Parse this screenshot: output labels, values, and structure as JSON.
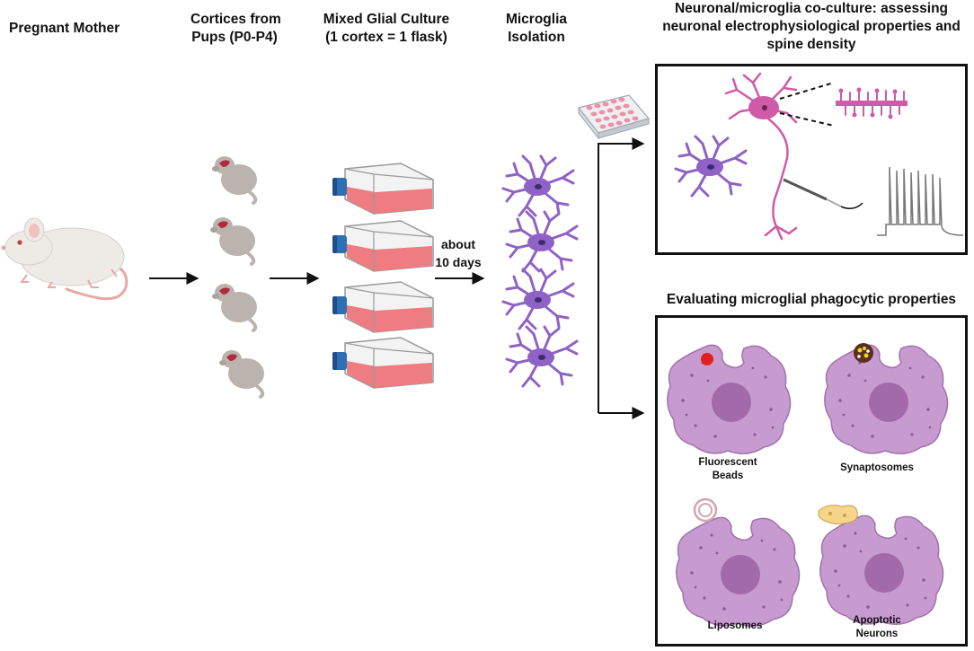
{
  "steps": {
    "mother": "Pregnant Mother",
    "cortices_line1": "Cortices from",
    "cortices_line2": "Pups (P0-P4)",
    "glial_line1": "Mixed Glial Culture",
    "glial_line2": "(1 cortex = 1 flask)",
    "isolation_line1": "Microglia",
    "isolation_line2": "Isolation",
    "duration_line1": "about",
    "duration_line2": "10 days"
  },
  "coculture": {
    "title_line1": "Neuronal/microglia co-culture: assessing",
    "title_line2": "neuronal electrophysiological properties and",
    "title_line3": "spine density"
  },
  "phagocytosis": {
    "title": "Evaluating microglial phagocytic properties",
    "cells": [
      {
        "line1": "Fluorescent",
        "line2": "Beads"
      },
      {
        "line1": "Synaptosomes",
        "line2": ""
      },
      {
        "line1": "Liposomes",
        "line2": ""
      },
      {
        "line1": "Apoptotic",
        "line2": "Neurons"
      }
    ]
  },
  "colors": {
    "microglia": "#8f62c6",
    "microglia_nucleus": "#3f2a70",
    "phago_cell": "#c79bd0",
    "phago_nucleus": "#a36aaa",
    "neuron": "#cf5aa8",
    "medium": "#ef7c80",
    "cap": "#2f6fb3",
    "mouse": "#eeeae6",
    "pup": "#bbb3ad",
    "brain": "#b32a3e",
    "arrow": "#111111"
  }
}
